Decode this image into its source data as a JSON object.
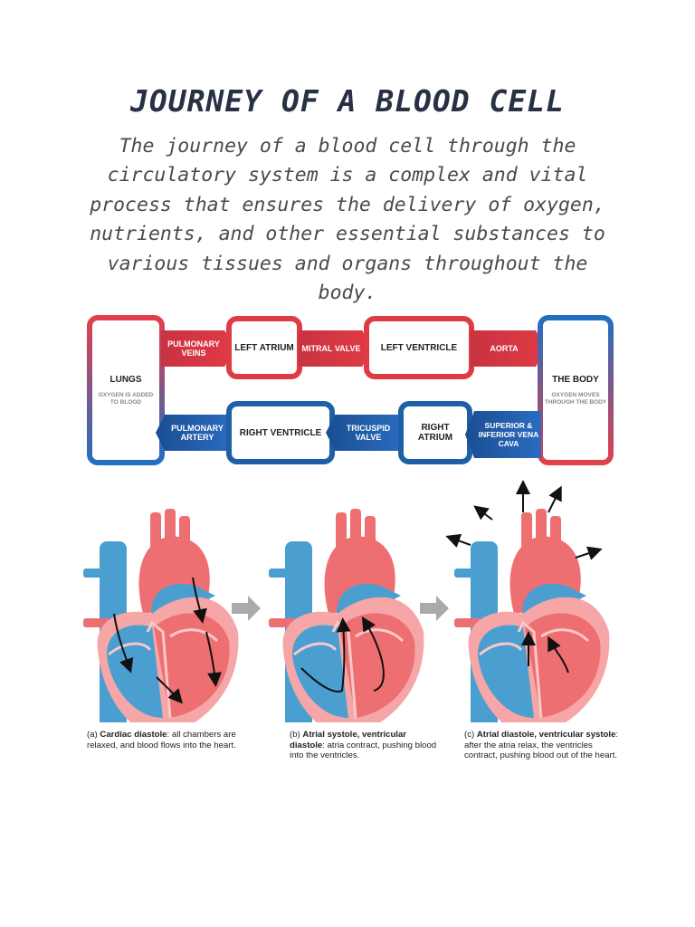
{
  "title": "JOURNEY OF A BLOOD CELL",
  "intro": "The journey of a blood cell through the circulatory system is a complex and vital process that ensures the delivery of oxygen, nutrients, and other essential substances to various tissues and organs throughout the body.",
  "flow": {
    "lungs": {
      "label": "LUNGS",
      "sub": "OXYGEN IS ADDED TO BLOOD"
    },
    "body": {
      "label": "THE BODY",
      "sub": "OXYGEN MOVES THROUGH THE BODY"
    },
    "left_atrium": "LEFT ATRIUM",
    "left_ventricle": "LEFT VENTRICLE",
    "right_ventricle": "RIGHT VENTRICLE",
    "right_atrium": "RIGHT ATRIUM",
    "pulmonary_veins": "PULMONARY VEINS",
    "mitral_valve": "MITRAL VALVE",
    "aorta": "AORTA",
    "pulmonary_artery": "PULMONARY ARTERY",
    "tricuspid_valve": "TRICUSPID VALVE",
    "vena_cava": "SUPERIOR & INFERIOR VENA CAVA",
    "colors": {
      "red": "#de3b45",
      "blue": "#1f5fa8",
      "heart_red": "#ee6f72",
      "heart_blue": "#4a9fd0"
    }
  },
  "captions": [
    {
      "letter": "(a)",
      "bold": "Cardiac diastole",
      "text": ": all chambers are relaxed, and blood flows into the heart."
    },
    {
      "letter": "(b)",
      "bold": "Atrial systole, ventricular diastole",
      "text": ": atria contract, pushing blood into the ventricles."
    },
    {
      "letter": "(c)",
      "bold": "Atrial diastole, ventricular systole",
      "text": ": after the atria relax, the ventricles contract, pushing blood out of the heart."
    }
  ]
}
